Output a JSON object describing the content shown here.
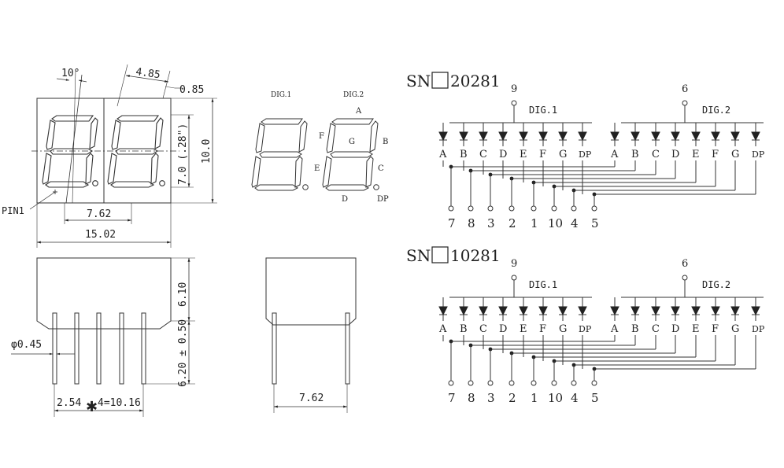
{
  "front_view": {
    "angle": "10°",
    "seg_pitch": "4.85",
    "seg_width": "0.85",
    "char_height": "7.0 (.28\")",
    "height": "10.0",
    "digit_pitch": "7.62",
    "width": "15.02",
    "pin1": "PIN1"
  },
  "side_view": {
    "body_height": "6.10",
    "pin_length": "6.20 ± 0.50",
    "pin_diameter": "φ0.45",
    "pin_pitch": "2.54",
    "pin_pitch_rest": "4=10.16"
  },
  "end_view": {
    "row_spacing": "7.62"
  },
  "segment_diagram": {
    "dig1": "DIG.1",
    "dig2": "DIG.2",
    "labels": {
      "a": "A",
      "b": "B",
      "c": "C",
      "d": "D",
      "e": "E",
      "f": "F",
      "g": "G",
      "dp": "DP"
    }
  },
  "circuits": [
    {
      "prefix": "SN",
      "code": "20281",
      "common_pin_1": "9",
      "common_pin_2": "6",
      "dig1": "DIG.1",
      "dig2": "DIG.2",
      "segments_1": [
        "A",
        "B",
        "C",
        "D",
        "E",
        "F",
        "G",
        "DP"
      ],
      "segments_2": [
        "A",
        "B",
        "C",
        "D",
        "E",
        "F",
        "G",
        "DP"
      ],
      "pins": [
        "7",
        "8",
        "3",
        "2",
        "1",
        "10",
        "4",
        "5"
      ]
    },
    {
      "prefix": "SN",
      "code": "10281",
      "common_pin_1": "9",
      "common_pin_2": "6",
      "dig1": "DIG.1",
      "dig2": "DIG.2",
      "segments_1": [
        "A",
        "B",
        "C",
        "D",
        "E",
        "F",
        "G",
        "DP"
      ],
      "segments_2": [
        "A",
        "B",
        "C",
        "D",
        "E",
        "F",
        "G",
        "DP"
      ],
      "pins": [
        "7",
        "8",
        "3",
        "2",
        "1",
        "10",
        "4",
        "5"
      ]
    }
  ]
}
